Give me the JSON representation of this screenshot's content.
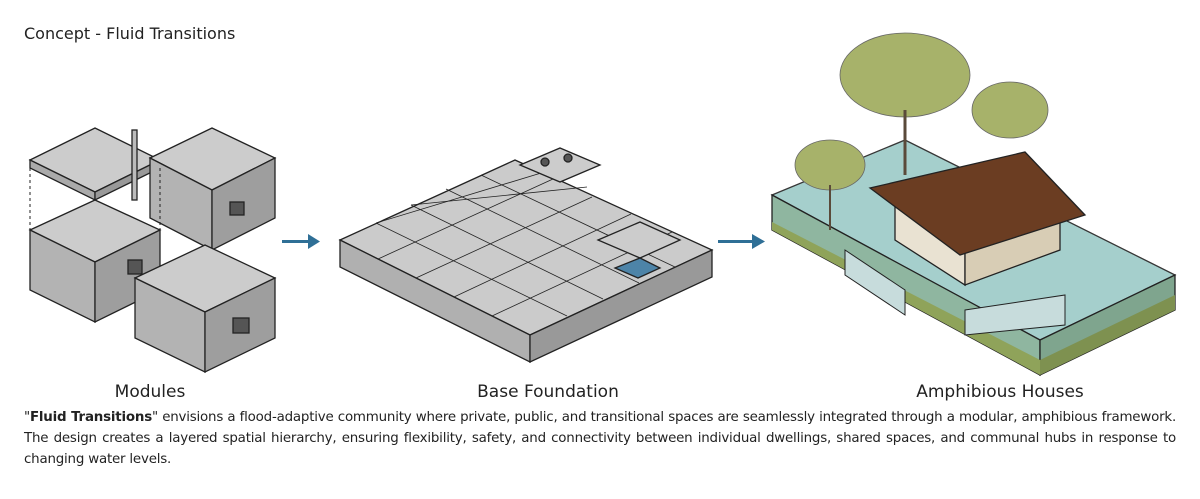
{
  "title": "Concept - Fluid Transitions",
  "stages": [
    {
      "label": "Modules"
    },
    {
      "label": "Base Foundation"
    },
    {
      "label": "Amphibious Houses"
    }
  ],
  "description": {
    "quote_open": "\"",
    "highlight": "Fluid Transitions",
    "quote_close": "\"",
    "text": " envisions a flood-adaptive community where private, public, and transitional spaces are seamlessly integrated through a modular, amphibious framework. The design creates a layered spatial hierarchy, ensuring flexibility, safety, and connectivity between individual dwellings, shared spaces, and communal hubs in response to changing water levels."
  },
  "colors": {
    "arrow": "#2f6f96",
    "module_top": "#c9c9c9",
    "module_side": "#a9a9a9",
    "water": "#8fc3c0",
    "roof": "#6b3d22",
    "tree": "#a7b26a"
  }
}
